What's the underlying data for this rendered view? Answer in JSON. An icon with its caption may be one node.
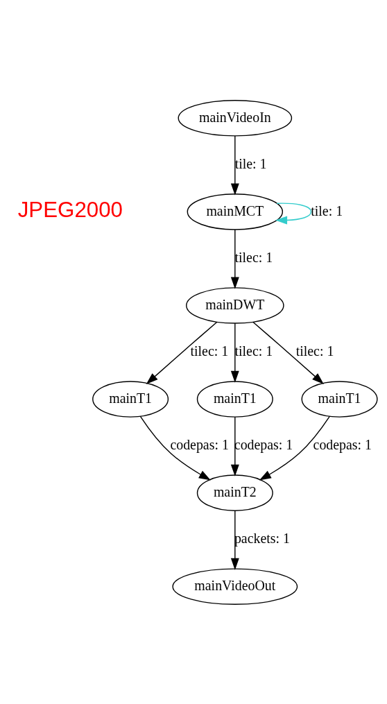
{
  "diagram": {
    "nodes": [
      {
        "text": [
          "mainVideoIn"
        ]
      },
      {
        "text": [
          "mainMCT"
        ]
      },
      {
        "text": [
          "mainDWT"
        ]
      },
      {
        "text": [
          "mainT1"
        ]
      },
      {
        "text": [
          "mainT1"
        ]
      },
      {
        "text": [
          "mainT1"
        ]
      },
      {
        "text": [
          "mainT2"
        ]
      },
      {
        "text": [
          "mainVideoOut"
        ]
      }
    ],
    "edges": [
      {
        "from": 0,
        "to": 1,
        "arrow": "to",
        "label": "tile: 1"
      },
      {
        "from": 1,
        "to": 1,
        "arrow": "to",
        "label": "tile: 1",
        "color": "#33cccc"
      },
      {
        "from": 1,
        "to": 2,
        "arrow": "to",
        "label": "tilec: 1"
      },
      {
        "from": 2,
        "to": 3,
        "arrow": "to",
        "label": "tilec: 1"
      },
      {
        "from": 2,
        "to": 4,
        "arrow": "to",
        "label": "tilec: 1"
      },
      {
        "from": 2,
        "to": 5,
        "arrow": "to",
        "label": "tilec: 1"
      },
      {
        "from": 3,
        "to": 6,
        "arrow": "to",
        "label": "codepas: 1"
      },
      {
        "from": 4,
        "to": 6,
        "arrow": "to",
        "label": "codepas: 1"
      },
      {
        "from": 5,
        "to": 6,
        "arrow": "to",
        "label": "codepas: 1"
      },
      {
        "from": 6,
        "to": 7,
        "arrow": "to",
        "label": "packets: 1"
      }
    ],
    "labels": [
      "JPEG2000"
    ]
  }
}
